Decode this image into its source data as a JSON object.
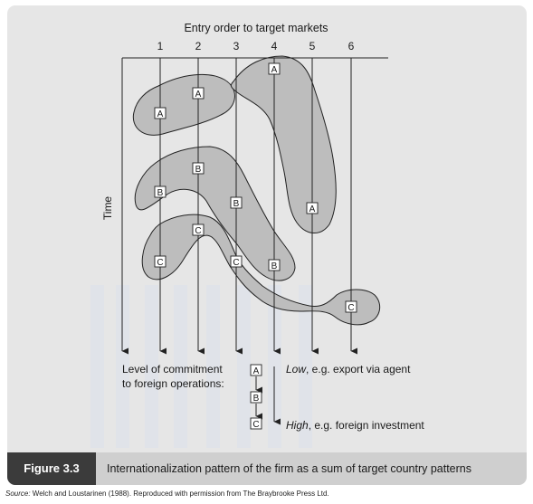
{
  "figure": {
    "title": "Entry order to target markets",
    "columns": [
      "1",
      "2",
      "3",
      "4",
      "5",
      "6"
    ],
    "y_label": "Time",
    "tag": "Figure 3.3",
    "caption": "Internationalization pattern of the firm as a sum of target country patterns"
  },
  "markers": {
    "a": "A",
    "b": "B",
    "c": "C"
  },
  "legend": {
    "commitment_line1": "Level of commitment",
    "commitment_line2": "to foreign operations:",
    "low_emph": "Low",
    "low_rest": ", e.g. export via agent",
    "high_emph": "High",
    "high_rest": ", e.g. foreign investment"
  },
  "source": {
    "label": "Source:",
    "text": " Welch and Loustarinen (1988). Reproduced with permission from The Braybrooke Press Ltd."
  },
  "colors": {
    "panel": "#e6e6e6",
    "blob": "#bdbdbd",
    "caption_bar": "#cfcfcf",
    "tag_bg": "#3b3b3b",
    "ink": "#222222"
  }
}
